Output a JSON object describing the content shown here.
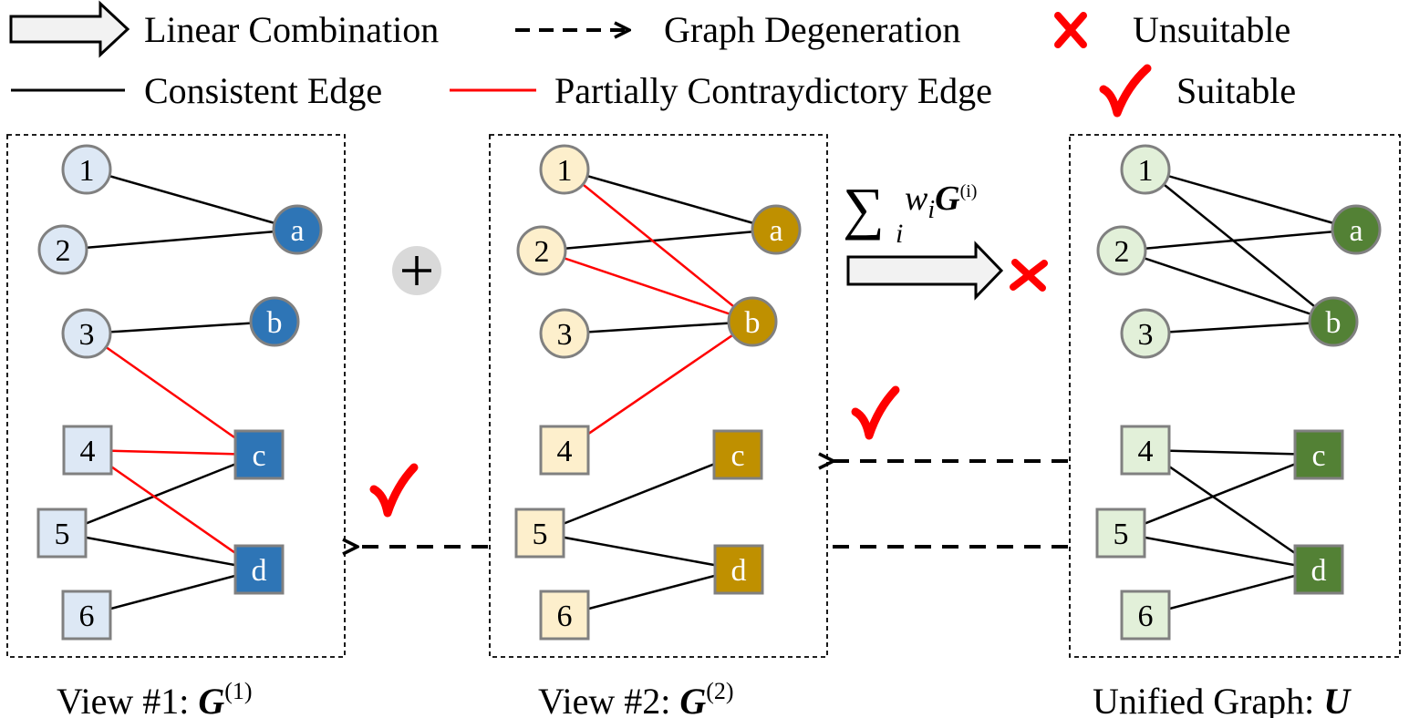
{
  "legend": {
    "linear_combination": "Linear Combination",
    "graph_degeneration": "Graph Degeneration",
    "unsuitable": "Unsuitable",
    "consistent_edge": "Consistent Edge",
    "contradictory_edge": "Partially Contraydictory Edge",
    "suitable": "Suitable"
  },
  "icons": {
    "linear_combination": "hollow-arrow-icon",
    "graph_degeneration": "dashed-arrow-icon",
    "unsuitable": "cross-icon",
    "suitable": "check-icon",
    "plus": "plus-icon"
  },
  "colors": {
    "view1_left_fill": "#dde8f5",
    "view1_right_fill": "#2e75b6",
    "view2_left_fill": "#fdefcc",
    "view2_right_fill": "#bf9000",
    "unified_left_fill": "#e2f0d9",
    "unified_right_fill": "#538135",
    "node_stroke": "#808080",
    "consistent_edge": "#000000",
    "contradictory_edge": "#ff0000",
    "mark": "#ff0000"
  },
  "formula": {
    "sum": "∑",
    "index": "i",
    "w": "w",
    "w_sub": "i",
    "G": "G",
    "sup": "(i)"
  },
  "captions": {
    "view1_prefix": "View #1: ",
    "view1_symbol": "G",
    "view1_sup": "(1)",
    "view2_prefix": "View #2: ",
    "view2_symbol": "G",
    "view2_sup": "(2)",
    "unified_prefix": "Unified Graph: ",
    "unified_symbol": "U"
  },
  "graphs": {
    "view1": {
      "left_nodes": [
        "1",
        "2",
        "3",
        "4",
        "5",
        "6"
      ],
      "right_nodes": [
        "a",
        "b",
        "c",
        "d"
      ],
      "consistent_edges": [
        [
          "1",
          "a"
        ],
        [
          "2",
          "a"
        ],
        [
          "3",
          "b"
        ],
        [
          "5",
          "c"
        ],
        [
          "5",
          "d"
        ],
        [
          "6",
          "d"
        ]
      ],
      "contradictory_edges": [
        [
          "3",
          "c"
        ],
        [
          "4",
          "c"
        ],
        [
          "4",
          "d"
        ]
      ]
    },
    "view2": {
      "left_nodes": [
        "1",
        "2",
        "3",
        "4",
        "5",
        "6"
      ],
      "right_nodes": [
        "a",
        "b",
        "c",
        "d"
      ],
      "consistent_edges": [
        [
          "1",
          "a"
        ],
        [
          "2",
          "a"
        ],
        [
          "3",
          "b"
        ],
        [
          "5",
          "c"
        ],
        [
          "5",
          "d"
        ],
        [
          "6",
          "d"
        ]
      ],
      "contradictory_edges": [
        [
          "1",
          "b"
        ],
        [
          "2",
          "b"
        ],
        [
          "4",
          "b"
        ]
      ]
    },
    "unified": {
      "left_nodes": [
        "1",
        "2",
        "3",
        "4",
        "5",
        "6"
      ],
      "right_nodes": [
        "a",
        "b",
        "c",
        "d"
      ],
      "consistent_edges": [
        [
          "1",
          "a"
        ],
        [
          "1",
          "b"
        ],
        [
          "2",
          "a"
        ],
        [
          "2",
          "b"
        ],
        [
          "3",
          "b"
        ],
        [
          "4",
          "c"
        ],
        [
          "4",
          "d"
        ],
        [
          "5",
          "c"
        ],
        [
          "5",
          "d"
        ],
        [
          "6",
          "d"
        ]
      ],
      "contradictory_edges": []
    }
  }
}
